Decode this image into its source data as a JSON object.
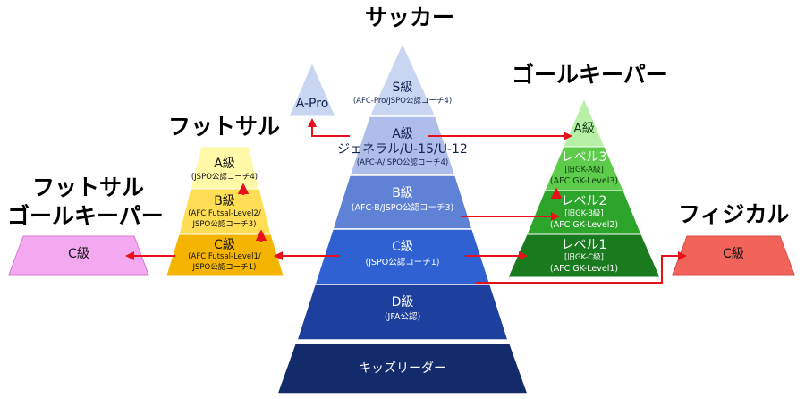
{
  "headings": {
    "soccer": "サッカー",
    "futsal": "フットサル",
    "futsal_gk_line1": "フットサル",
    "futsal_gk_line2": "ゴールキーパー",
    "goalkeeper": "ゴールキーパー",
    "physical": "フィジカル"
  },
  "soccer": {
    "s": {
      "title": "S級",
      "sub": "(AFC-Pro/JSPO公認コーチ4)"
    },
    "a": {
      "title": "A級",
      "line2": "ジェネラル/U-15/U-12",
      "sub": "(AFC-A/JSPO公認コーチ4)"
    },
    "b": {
      "title": "B級",
      "sub": "(AFC-B/JSPO公認コーチ3)"
    },
    "c": {
      "title": "C級",
      "sub": "(JSPO公認コーチ1)"
    },
    "d": {
      "title": "D級",
      "sub": "(JFA公認)"
    },
    "kids": "キッズリーダー"
  },
  "apro": "A-Pro",
  "futsal": {
    "a": {
      "title": "A級",
      "sub": "(JSPO公認コーチ4)"
    },
    "b": {
      "title": "B級",
      "sub1": "(AFC Futsal-Level2/",
      "sub2": "JSPO公認コーチ3)"
    },
    "c": {
      "title": "C級",
      "sub1": "(AFC Futsal-Level1/",
      "sub2": "JSPO公認コーチ1)"
    }
  },
  "futsal_gk": {
    "c": "C級"
  },
  "goalkeeper": {
    "a": "A級",
    "l3": {
      "title": "レベル3",
      "sub1": "[旧GK-A級]",
      "sub2": "(AFC GK-Level3)"
    },
    "l2": {
      "title": "レベル2",
      "sub1": "[旧GK-B級]",
      "sub2": "(AFC GK-Level2)"
    },
    "l1": {
      "title": "レベル1",
      "sub1": "[旧GK-C級]",
      "sub2": "(AFC GK-Level1)"
    }
  },
  "physical": {
    "c": "C級"
  },
  "colors": {
    "soccer_s": "#c9d6f2",
    "soccer_a": "#aebde9",
    "soccer_b": "#5f82d6",
    "soccer_c": "#2f61d3",
    "soccer_d": "#1d3f9e",
    "soccer_kids": "#132b6b",
    "apro": "#c9d6f2",
    "futsal_a": "#fff9a8",
    "futsal_b": "#ffdd55",
    "futsal_c": "#f4b400",
    "futsal_gk_c": "#f3a8f0",
    "gk_a": "#b9f0a8",
    "gk_l3": "#5ccc4a",
    "gk_l2": "#2ca52a",
    "gk_l1": "#1a7a1e",
    "physical_c": "#f2645a",
    "arrow": "#e8101a"
  }
}
